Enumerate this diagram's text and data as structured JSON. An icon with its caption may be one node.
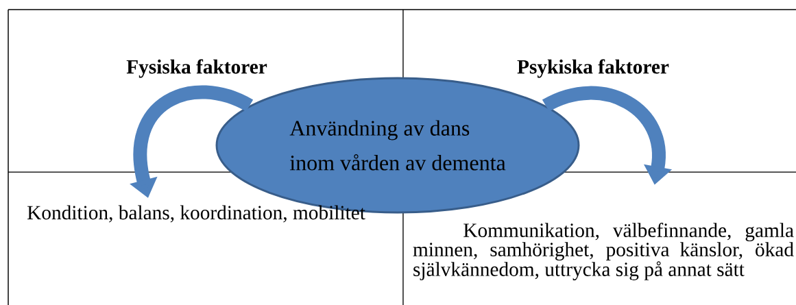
{
  "diagram": {
    "nodes": [
      {
        "text": [
          "Fysiska faktorer"
        ]
      },
      {
        "text": [
          "Psykiska faktorer"
        ]
      },
      {
        "text": [
          "Användning av dans",
          "inom vården av dementa"
        ]
      },
      {
        "text": [
          "Kondition, balans, koordination, mobilitet"
        ]
      },
      {
        "text": [
          "Kommunikation, välbefinnande, gamla minnen, samhörighet, positiva känslor, ökad självkännedom, uttrycka sig på annat sätt"
        ]
      }
    ],
    "edges": [
      {
        "from": 2,
        "to": 3,
        "arrow": "to"
      },
      {
        "from": 2,
        "to": 4,
        "arrow": "to"
      }
    ]
  }
}
